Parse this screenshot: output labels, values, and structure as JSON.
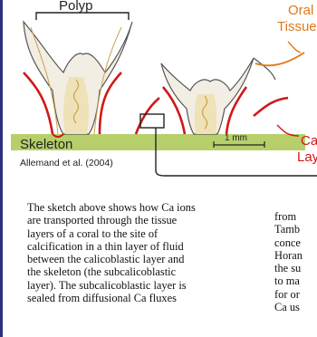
{
  "figure": {
    "label_polyp": "Polyp",
    "label_oral_line1": "Oral",
    "label_oral_line2": "Tissue",
    "label_skeleton": "Skeleton",
    "label_scale": "1 mm",
    "label_citation": "Allemand et al. (2004)",
    "label_ca_line1": "Ca",
    "label_ca_line2": "Lay",
    "colors": {
      "tissue_red": "#d01818",
      "oral_orange": "#e07818",
      "skeleton_green": "#b7cf6a",
      "gut_beige": "#efe2b8",
      "text_dark": "#222222"
    }
  },
  "body_text": {
    "lines": [
      "The sketch above shows how Ca ions",
      "are transported through the tissue",
      "layers of a coral to the site of",
      "calcification in a thin layer of fluid",
      "between the calicoblastic layer and",
      "the skeleton (the subcalicoblastic",
      "layer). The subcalicoblastic layer is",
      "sealed from diffusional Ca fluxes"
    ]
  },
  "right_column": {
    "lines": [
      "from",
      "Tamb",
      "conce",
      "Horan",
      "the su",
      "to ma",
      "for or",
      "Ca us"
    ]
  }
}
